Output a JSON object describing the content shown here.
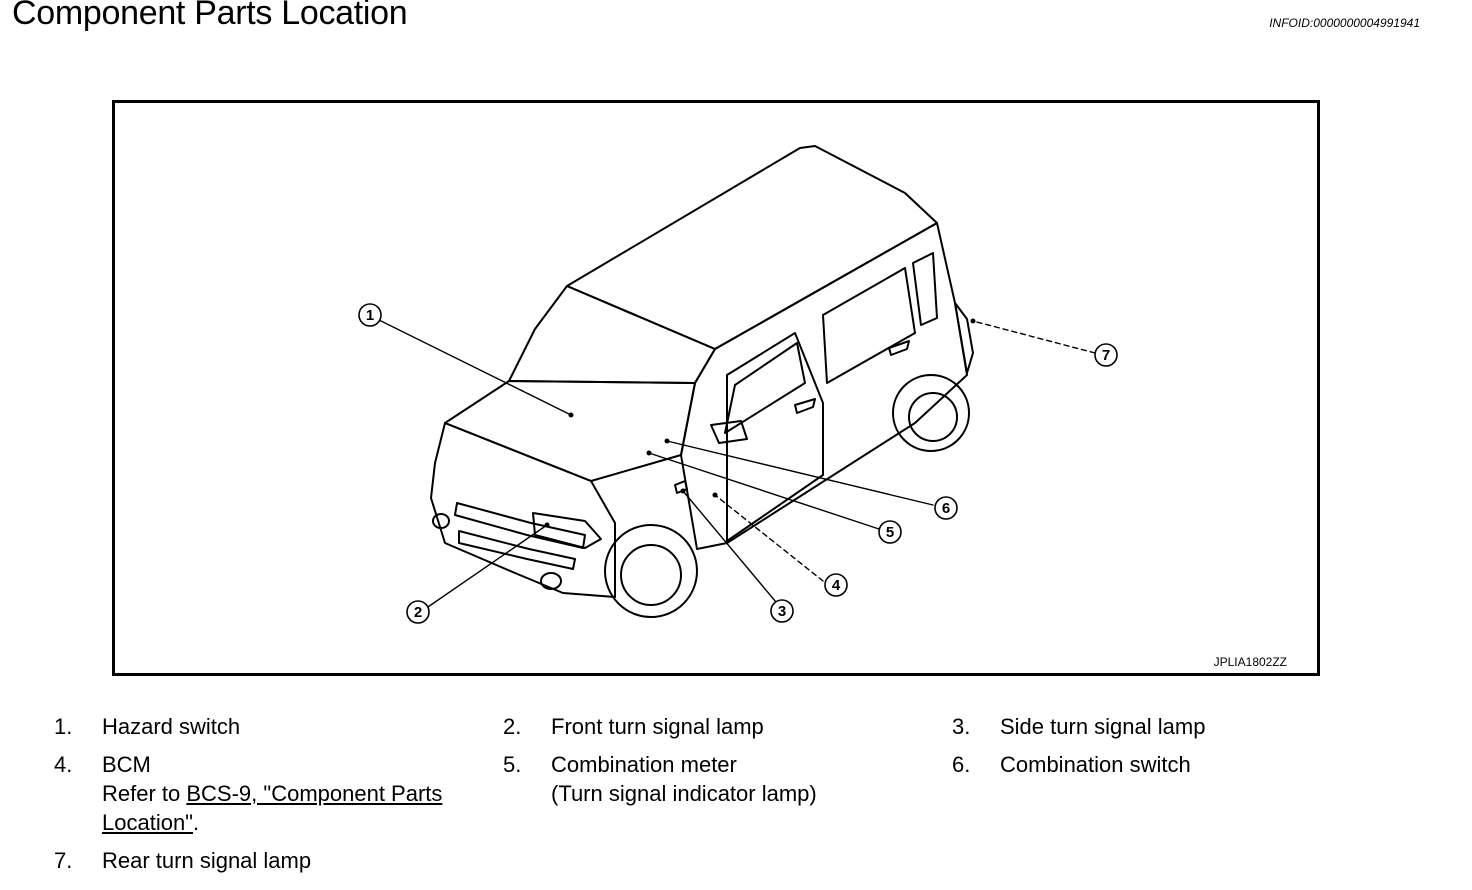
{
  "header": {
    "title": "Component Parts Location",
    "info_id": "INFOID:0000000004991941"
  },
  "figure": {
    "code": "JPLIA1802ZZ",
    "callouts": [
      "1",
      "2",
      "3",
      "4",
      "5",
      "6",
      "7"
    ]
  },
  "legend": [
    {
      "num": "1.",
      "label": "Hazard switch"
    },
    {
      "num": "2.",
      "label": "Front turn signal lamp"
    },
    {
      "num": "3.",
      "label": "Side turn signal lamp"
    },
    {
      "num": "4.",
      "label": "BCM",
      "ref_prefix": "Refer to ",
      "ref_link_line1": "BCS-9, \"Component Parts ",
      "ref_link_line2": "Location\"",
      "ref_suffix": "."
    },
    {
      "num": "5.",
      "label": "Combination meter",
      "label2": "(Turn signal indicator lamp)"
    },
    {
      "num": "6.",
      "label": "Combination switch"
    },
    {
      "num": "7.",
      "label": "Rear turn signal lamp"
    }
  ]
}
